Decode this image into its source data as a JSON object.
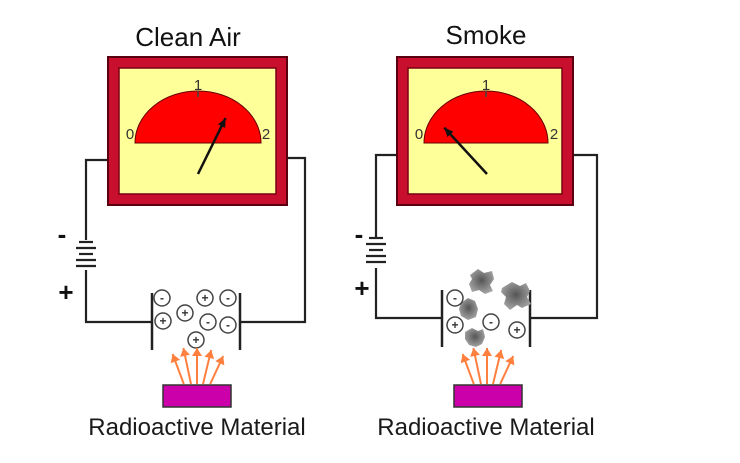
{
  "panels": [
    {
      "title": "Clean Air",
      "caption": "Radioactive Material",
      "meter": {
        "scale_labels": [
          "0",
          "1",
          "2"
        ],
        "reading": 1.35
      },
      "battery": {
        "negative": "-",
        "positive": "+"
      },
      "ions": [
        "-",
        "+",
        "-",
        "+",
        "+",
        "-",
        "-",
        "+"
      ],
      "smoke_particles": 0
    },
    {
      "title": "Smoke",
      "caption": "Radioactive Material",
      "meter": {
        "scale_labels": [
          "0",
          "1",
          "2"
        ],
        "reading": 0.4
      },
      "battery": {
        "negative": "-",
        "positive": "+"
      },
      "ions": [
        "-",
        "+",
        "-",
        "+"
      ],
      "smoke_particles": 5
    }
  ],
  "colors": {
    "meter_frame": "#c8102e",
    "meter_face": "#ffff99",
    "meter_arc": "#ff0000",
    "source": "#cc00aa",
    "radiation_arrows": "#ff7f3f",
    "smoke": "#777777"
  }
}
